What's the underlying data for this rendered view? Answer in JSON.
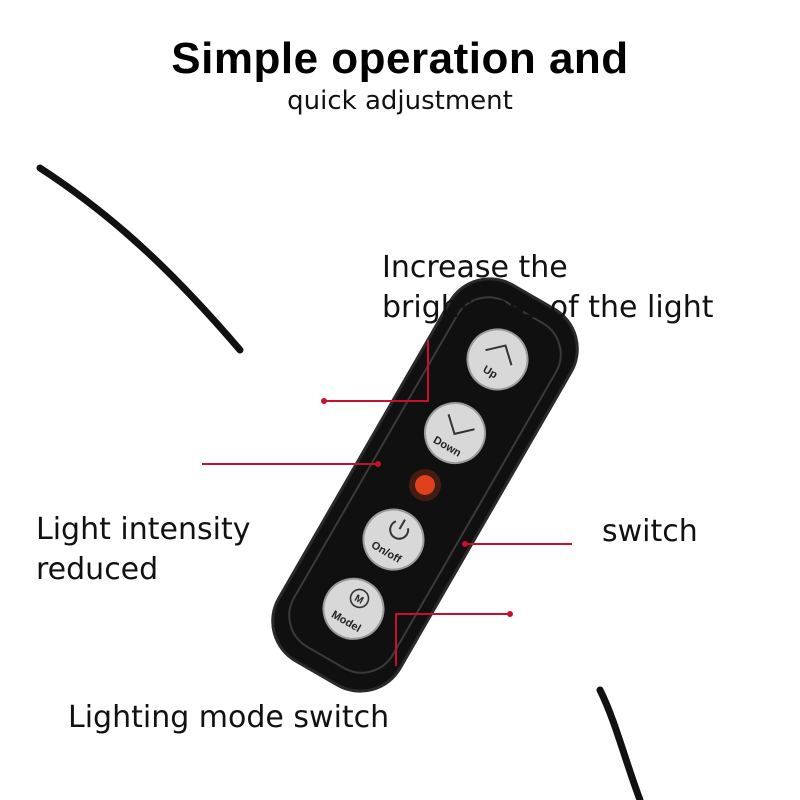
{
  "heading": "Simple operation and",
  "subheading": "quick adjustment",
  "colors": {
    "callout_line": "#c8102e",
    "controller_body": "#101010",
    "button_face": "#d8d8d8",
    "indicator_led": "#e0401c"
  },
  "callouts": {
    "up": {
      "line1": "Increase the",
      "line2": "brightness of the light"
    },
    "down": {
      "line1": "Light intensity",
      "line2": "reduced"
    },
    "power": {
      "text": "switch"
    },
    "mode": {
      "text": "Lighting mode switch"
    }
  },
  "buttons": [
    {
      "name": "up",
      "label": "Up",
      "icon": "chevron-up-icon"
    },
    {
      "name": "down",
      "label": "Down",
      "icon": "chevron-down-icon"
    },
    {
      "name": "on-off",
      "label": "On/off",
      "icon": "power-icon"
    },
    {
      "name": "mode",
      "label": "Model",
      "icon": "m-circle-icon"
    }
  ]
}
